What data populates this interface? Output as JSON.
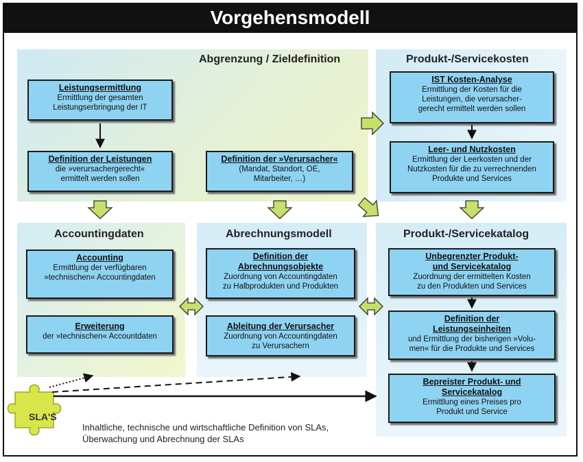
{
  "title": "Vorgehensmodell",
  "regions": {
    "abgrenzung": "Abgrenzung / Zieldefinition",
    "produktkosten": "Produkt-/Servicekosten",
    "accountingdaten": "Accountingdaten",
    "abrechnungsmodell": "Abrechnungsmodell",
    "katalog": "Produkt-/Servicekatalog"
  },
  "boxes": {
    "leistungsermittlung": {
      "title": "Leistungsermittlung",
      "desc": "Ermittlung der gesamten\nLeistungserbringung der IT"
    },
    "definition_leistungen": {
      "title": "Definition der Leistungen",
      "desc": "die »verursachergerecht«\nermittelt werden sollen"
    },
    "definition_verursacher": {
      "title": "Definition der »Verursacher«",
      "desc": "(Mandat, Standort, OE,\nMitarbeiter, …)"
    },
    "ist_kosten": {
      "title": "IST Kosten-Analyse",
      "desc": "Ermittlung der Kosten für die\nLeistungen, die verursacher-\ngerecht ermittelt werden sollen"
    },
    "leer_nutzkosten": {
      "title": "Leer- und Nutzkosten",
      "desc": "Ermittlung der Leerkosten und der\nNutzkosten für die zu verrechnenden\nProdukte und Services"
    },
    "accounting": {
      "title": "Accounting",
      "desc": "Ermittlung der verfügbaren\n»technischen« Accountingdaten"
    },
    "erweiterung": {
      "title": "Erweiterung",
      "desc": "der »technischen« Accountdaten"
    },
    "abrechnungsobjekte": {
      "title": "Definition der\nAbrechnungsobjekte",
      "desc": "Zuordnung von Accountingdaten\nzu Halbprodukten und Produkten"
    },
    "ableitung": {
      "title": "Ableitung der Verursacher",
      "desc": "Zuordnung von Accountingdaten\nzu Verursachern"
    },
    "unbegrenzter": {
      "title": "Unbegrenzter Produkt-\nund Servicekatalog",
      "desc": "Zuordnung der ermittelten Kosten\nzu den Produkten und Services"
    },
    "leistungseinheiten": {
      "title": "Definition der\nLeistungseinheiten",
      "desc": "und Ermittlung der bisherigen »Volu-\nmen« für die Produkte und Services"
    },
    "bepreister": {
      "title": "Bepreister Produkt- und\nServicekatalog",
      "desc": "Ermittlung eines Preises pro\nProdukt und Service"
    }
  },
  "sla": {
    "label": "SLA'S",
    "text": "Inhaltliche, technische und wirtschaftliche Definition von SLAs, Überwachung und Abrechnung der SLAs"
  },
  "colors": {
    "box": "#8fd3f2",
    "arrow_fill": "#c6e06a",
    "title_bar": "#111111",
    "puzzle": "#d8e64a"
  }
}
